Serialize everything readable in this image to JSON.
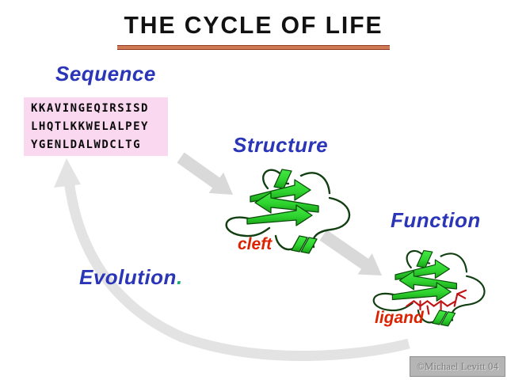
{
  "slide": {
    "title": "THE CYCLE OF LIFE",
    "credit": "©Michael Levitt 04"
  },
  "nodes": {
    "sequence": {
      "label": "Sequence"
    },
    "structure": {
      "label": "Structure"
    },
    "function": {
      "label": "Function"
    },
    "evolution": {
      "label": "Evolution",
      "period": "."
    }
  },
  "sequence_box": {
    "lines": [
      "KKAVINGEQIRSISD",
      "LHQTLKKWELALPEY",
      "YGENLDALWDCLTG"
    ]
  },
  "annotations": {
    "cleft": "cleft",
    "ligand": "ligand"
  },
  "icons": {
    "protein_structure": "green-ribbon-protein-icon",
    "protein_function": "green-ribbon-protein-with-red-ligand-icon",
    "arrow_sequence_to_structure": "gray-arrow-icon",
    "arrow_structure_to_function": "gray-arrow-icon",
    "evolution_arc": "gray-curved-arrow-icon"
  },
  "colors": {
    "label_blue": "#2a35b8",
    "annotation_red": "#dd2200",
    "title_underline": "#cf7a55",
    "sequence_box_pink": "#fad9f0",
    "arrow_gray": "#d9d9d9",
    "evolution_arc_gray": "#e3e3e3",
    "protein_green": "#2fd32f",
    "protein_outline_green": "#0a4d0a",
    "ligand_red": "#c11515",
    "evolution_period_teal": "#1fa67a",
    "credit_box_gray": "#b5b5b5"
  }
}
